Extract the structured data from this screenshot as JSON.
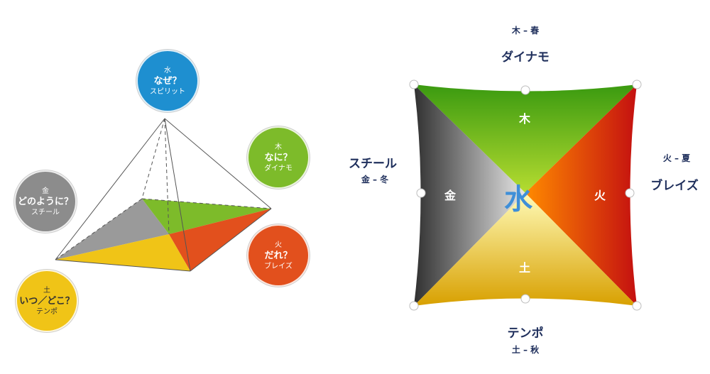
{
  "palette": {
    "water": "#1e8fd0",
    "wood": "#7dbb2a",
    "metal": "#8c8c8c",
    "fire": "#e2501d",
    "earth": "#f0c417",
    "label_text": "#1f2f5c",
    "center_glyph": "#3f8fd8"
  },
  "pyramid": {
    "water": {
      "kanji": "水",
      "question": "なぜ？",
      "name": "スピリット"
    },
    "wood": {
      "kanji": "木",
      "question": "なに？",
      "name": "ダイナモ"
    },
    "metal": {
      "kanji": "金",
      "question": "どのように？",
      "name": "スチール"
    },
    "fire": {
      "kanji": "火",
      "question": "だれ？",
      "name": "ブレイズ"
    },
    "earth": {
      "kanji": "土",
      "question": "いつ／どこ？",
      "name": "テンポ"
    }
  },
  "square": {
    "top": {
      "season": "木 – 春",
      "name": "ダイナモ"
    },
    "left": {
      "name": "スチール",
      "season": "金 – 冬"
    },
    "right": {
      "season": "火 – 夏",
      "name": "ブレイズ"
    },
    "bottom": {
      "name": "テンポ",
      "season": "土 – 秋"
    },
    "inner": {
      "top": "木",
      "left": "金",
      "right": "火",
      "bottom": "土",
      "center": "水"
    }
  }
}
